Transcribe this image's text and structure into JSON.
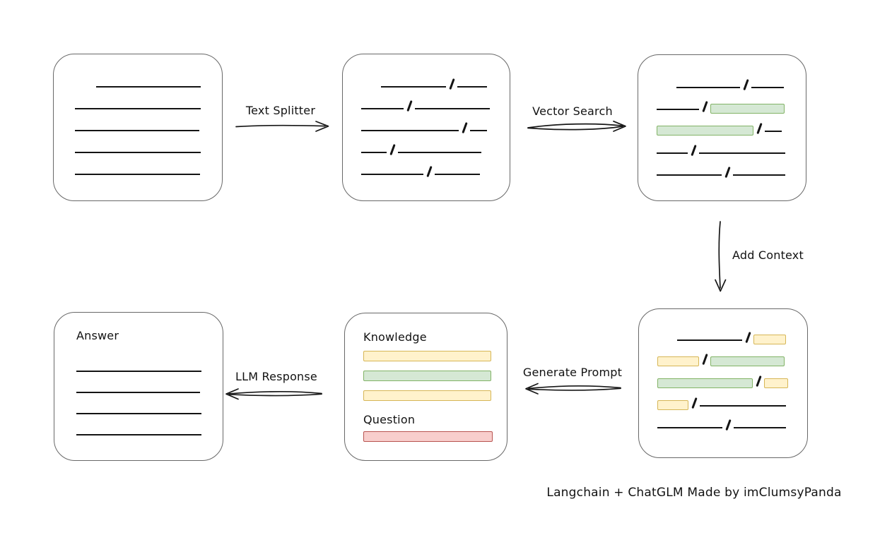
{
  "caption": "Langchain + ChatGLM Made by imClumsyPanda",
  "colors": {
    "green_fill": "#d5e8d4",
    "green_stroke": "#82b366",
    "yellow_fill": "#fff2cc",
    "yellow_stroke": "#d6b656",
    "red_fill": "#f8cecc",
    "red_stroke": "#b85450",
    "box_stroke": "#686868",
    "ink": "#141414"
  },
  "edges": {
    "text_splitter": {
      "label": "Text Splitter"
    },
    "vector_search": {
      "label": "Vector Search"
    },
    "add_context": {
      "label": "Add Context"
    },
    "generate_prompt": {
      "label": "Generate Prompt"
    },
    "llm_response": {
      "label": "LLM Response"
    }
  },
  "nodes": {
    "document": {
      "rows": [
        [
          {
            "k": "gap",
            "w": 30
          },
          {
            "k": "line",
            "w": 148
          }
        ],
        [
          {
            "k": "line",
            "w": 178
          }
        ],
        [
          {
            "k": "line",
            "w": 176
          }
        ],
        [
          {
            "k": "line",
            "w": 178
          }
        ],
        [
          {
            "k": "line",
            "w": 177
          }
        ]
      ]
    },
    "split_text": {
      "rows": [
        [
          {
            "k": "gap",
            "w": 28
          },
          {
            "k": "line",
            "w": 92
          },
          {
            "k": "slash"
          },
          {
            "k": "line",
            "w": 42
          }
        ],
        [
          {
            "k": "line",
            "w": 60
          },
          {
            "k": "slash"
          },
          {
            "k": "line",
            "w": 106
          }
        ],
        [
          {
            "k": "line",
            "w": 138
          },
          {
            "k": "slash"
          },
          {
            "k": "line",
            "w": 24
          }
        ],
        [
          {
            "k": "line",
            "w": 36
          },
          {
            "k": "slash"
          },
          {
            "k": "line",
            "w": 118
          }
        ],
        [
          {
            "k": "line",
            "w": 88
          },
          {
            "k": "slash"
          },
          {
            "k": "line",
            "w": 64
          }
        ]
      ]
    },
    "vector_result": {
      "rows": [
        [
          {
            "k": "gap",
            "w": 28
          },
          {
            "k": "line",
            "w": 90
          },
          {
            "k": "slash"
          },
          {
            "k": "line",
            "w": 46
          }
        ],
        [
          {
            "k": "line",
            "w": 60
          },
          {
            "k": "slash"
          },
          {
            "k": "chunk",
            "c": "green",
            "w": 103
          }
        ],
        [
          {
            "k": "chunk",
            "c": "green",
            "w": 135
          },
          {
            "k": "slash"
          },
          {
            "k": "line",
            "w": 24
          }
        ],
        [
          {
            "k": "line",
            "w": 44
          },
          {
            "k": "slash"
          },
          {
            "k": "line",
            "w": 122
          }
        ],
        [
          {
            "k": "line",
            "w": 92
          },
          {
            "k": "slash"
          },
          {
            "k": "line",
            "w": 74
          }
        ]
      ]
    },
    "context_result": {
      "rows": [
        [
          {
            "k": "gap",
            "w": 28
          },
          {
            "k": "line",
            "w": 92
          },
          {
            "k": "slash"
          },
          {
            "k": "chunk",
            "c": "yellow",
            "w": 44
          }
        ],
        [
          {
            "k": "chunk",
            "c": "yellow",
            "w": 57
          },
          {
            "k": "slash"
          },
          {
            "k": "chunk",
            "c": "green",
            "w": 103
          }
        ],
        [
          {
            "k": "chunk",
            "c": "green",
            "w": 133
          },
          {
            "k": "slash"
          },
          {
            "k": "chunk",
            "c": "yellow",
            "w": 32
          }
        ],
        [
          {
            "k": "chunk",
            "c": "yellow",
            "w": 42
          },
          {
            "k": "slash"
          },
          {
            "k": "line",
            "w": 122
          }
        ],
        [
          {
            "k": "line",
            "w": 92
          },
          {
            "k": "slash"
          },
          {
            "k": "line",
            "w": 74
          }
        ]
      ]
    },
    "prompt": {
      "title": "Knowledge",
      "bars": [
        {
          "c": "yellow",
          "w": 179
        },
        {
          "c": "green",
          "w": 179
        },
        {
          "c": "yellow",
          "w": 179
        }
      ],
      "subtitle": "Question",
      "question_bars": [
        {
          "c": "red",
          "w": 181
        }
      ]
    },
    "answer": {
      "title": "Answer",
      "rows": [
        [
          {
            "k": "line",
            "w": 177
          }
        ],
        [
          {
            "k": "line",
            "w": 175
          }
        ],
        [
          {
            "k": "line",
            "w": 177
          }
        ],
        [
          {
            "k": "line",
            "w": 177
          }
        ]
      ]
    }
  }
}
